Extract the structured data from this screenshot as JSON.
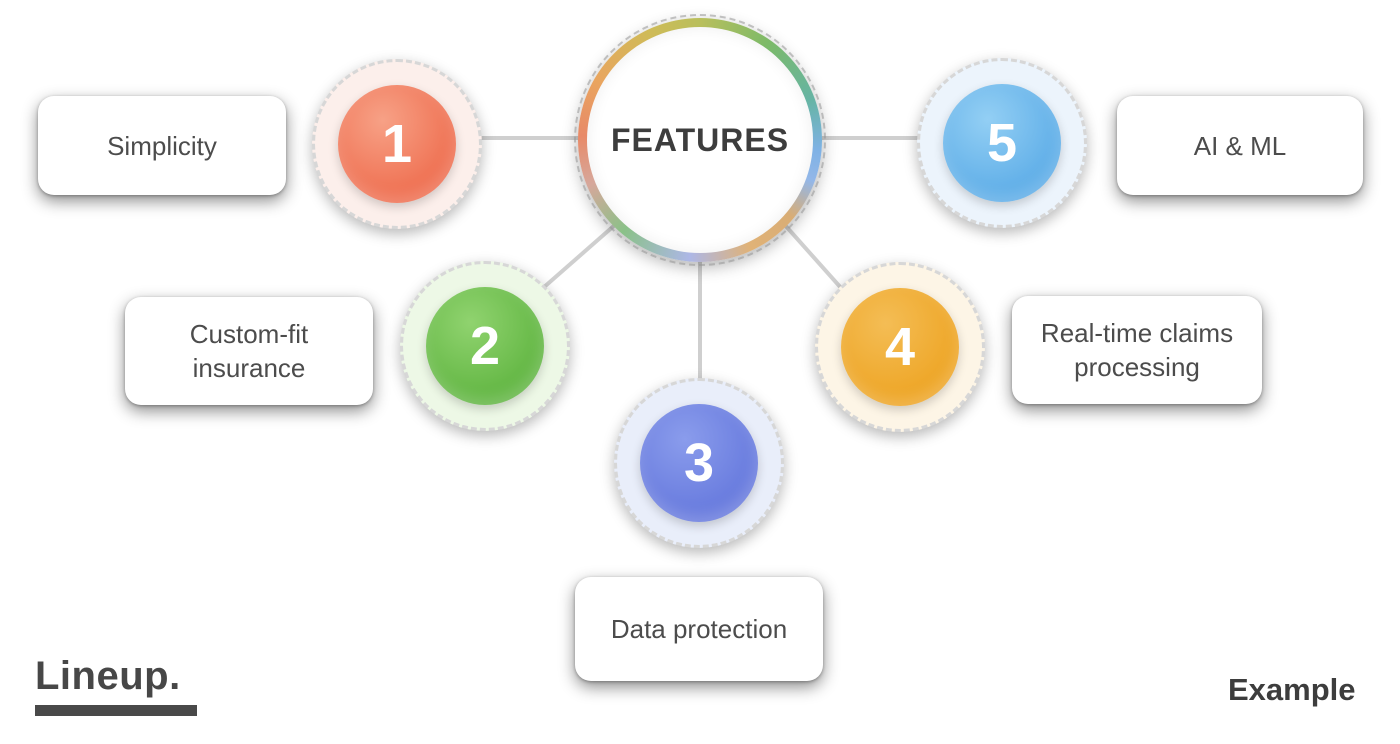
{
  "diagram": {
    "title": "FEATURES",
    "nodes": [
      {
        "number": "1",
        "label": "Simplicity",
        "circle_color": "#ee6a4b",
        "ring_color": "#fcefeb"
      },
      {
        "number": "2",
        "label": "Custom-fit insurance",
        "circle_color": "#5db33e",
        "ring_color": "#edf8e6"
      },
      {
        "number": "3",
        "label": "Data protection",
        "circle_color": "#6376dc",
        "ring_color": "#e9eefa"
      },
      {
        "number": "4",
        "label": "Real-time claims processing",
        "circle_color": "#eda21f",
        "ring_color": "#fdf5e6"
      },
      {
        "number": "5",
        "label": "AI & ML",
        "circle_color": "#57a9e6",
        "ring_color": "#ecf4fc"
      }
    ],
    "connector_color": "#cfcfcf",
    "hub_ring_colors": [
      "#b9bf5c",
      "#7cba68",
      "#66b4a4",
      "#7fb2e5",
      "#d9ad75",
      "#adb7e6",
      "#8ac188",
      "#e88a68",
      "#e9a55f"
    ],
    "text_color": "#4c4c4c"
  },
  "footer": {
    "logo_text": "Lineup.",
    "watermark": "Example"
  }
}
